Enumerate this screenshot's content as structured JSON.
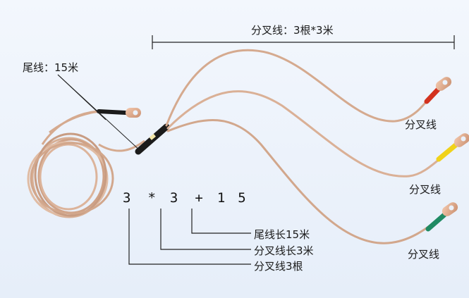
{
  "top_dimension": {
    "label": "分叉线：3根*3米"
  },
  "tail_label": "尾线：15米",
  "branch_labels": [
    "分叉线",
    "分叉线",
    "分叉线"
  ],
  "formula": {
    "a": "3",
    "op1": "*",
    "b": "3",
    "op2": "+",
    "c": "1",
    "d": "5"
  },
  "legend": {
    "tail_length": "尾线长15米",
    "branch_length": "分叉线长3米",
    "branch_count": "分叉线3根"
  },
  "colors": {
    "cable": "#d9b39a",
    "cable_dark": "#b8876b",
    "sleeve_red": "#d3321f",
    "sleeve_yellow": "#f0d21a",
    "sleeve_green": "#1f8a63",
    "heat_shrink": "#1b1b1b"
  }
}
